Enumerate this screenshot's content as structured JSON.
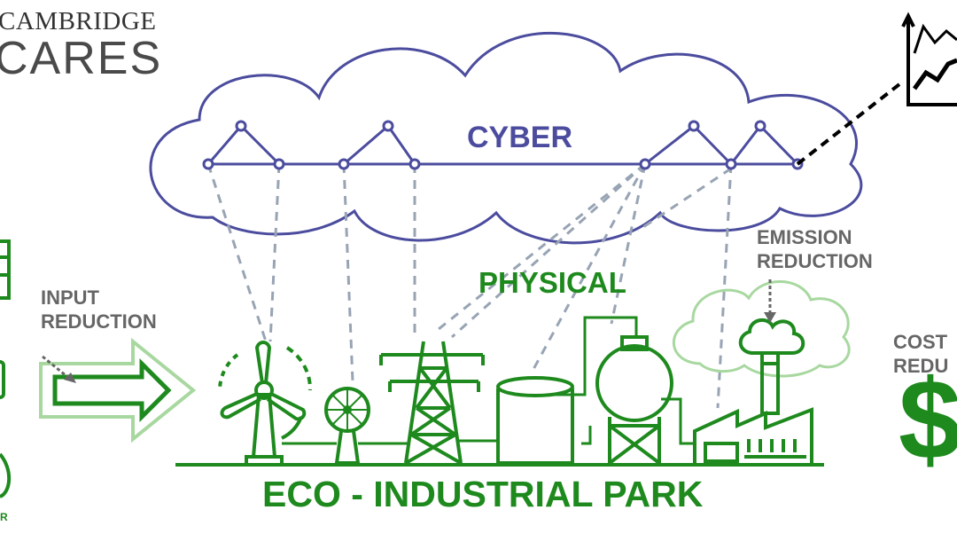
{
  "logo": {
    "line1": "CAMBRIDGE",
    "line2": "CARES"
  },
  "labels": {
    "cyber": "CYBER",
    "physical": "PHYSICAL",
    "eco_park": "ECO - INDUSTRIAL PARK",
    "input_reduction": [
      "INPUT",
      "REDUCTION"
    ],
    "emission_reduction": [
      "EMISSION",
      "REDUCTION"
    ],
    "cost_reduction": [
      "COST",
      "REDU"
    ],
    "dollar": "$",
    "left_edge_fragment": "R"
  },
  "colors": {
    "cyber_blue": "#4b4c9e",
    "physical_green": "#1e8a1e",
    "light_green": "#a8d8a0",
    "dashed_link": "#98a4b4",
    "label_grey": "#666666"
  },
  "icons": [
    "cloud-icon",
    "trend-chart-icon",
    "wind-turbine-icon",
    "fan-icon",
    "power-tower-icon",
    "storage-tank-icon",
    "spherical-tank-icon",
    "factory-icon",
    "emission-cloud-icon",
    "input-arrow-icon"
  ]
}
